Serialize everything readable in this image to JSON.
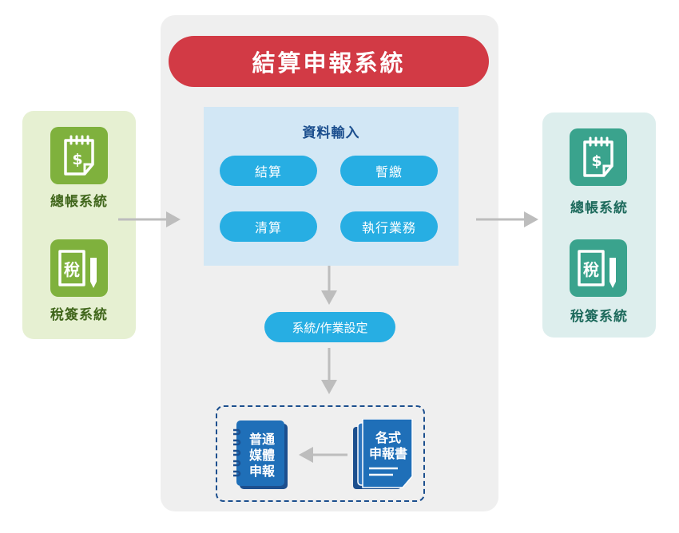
{
  "title": "結算申報系統",
  "input_section": {
    "title": "資料輸入",
    "buttons": [
      "結算",
      "暫繳",
      "清算",
      "執行業務"
    ]
  },
  "setup_label": "系統/作業設定",
  "left_systems": [
    {
      "label": "總帳系統",
      "icon": "receipt-dollar-icon"
    },
    {
      "label": "稅簽系統",
      "icon": "tax-form-pencil-icon"
    }
  ],
  "right_systems": [
    {
      "label": "總帳系統",
      "icon": "receipt-dollar-icon"
    },
    {
      "label": "稅簽系統",
      "icon": "tax-form-pencil-icon"
    }
  ],
  "icon_text": "稅",
  "output": {
    "general_media": [
      "普通",
      "媒體",
      "申報"
    ],
    "various_forms": [
      "各式",
      "申報書"
    ]
  },
  "colors": {
    "title_red": "#d23a45",
    "pill_blue": "#27aee3",
    "navy": "#1c4f8e",
    "green": "#7fb13d",
    "teal": "#3aa38d",
    "arrow_gray": "#bdbdbd"
  }
}
